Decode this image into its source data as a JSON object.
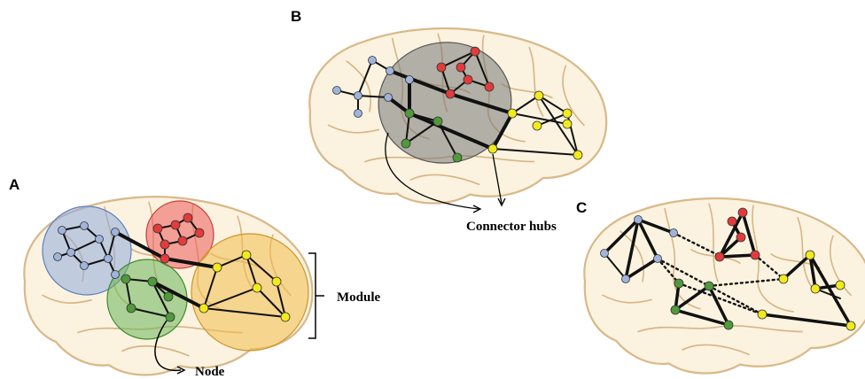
{
  "panels": [
    {
      "letter": "A",
      "annotations": {
        "module": "Module",
        "node": "Node"
      }
    },
    {
      "letter": "B",
      "annotations": {
        "hubs": "Connector hubs"
      }
    },
    {
      "letter": "C"
    }
  ],
  "colors": {
    "blue": "#9fb4dc",
    "red": "#e33b3b",
    "green": "#4f9a3b",
    "yellow": "#f3ea1c",
    "module_blue": "#8fa9dc",
    "module_red": "#ee5a5a",
    "module_green": "#6cb45a",
    "module_orange": "#f3bb4c",
    "hub_gray": "#777777"
  }
}
